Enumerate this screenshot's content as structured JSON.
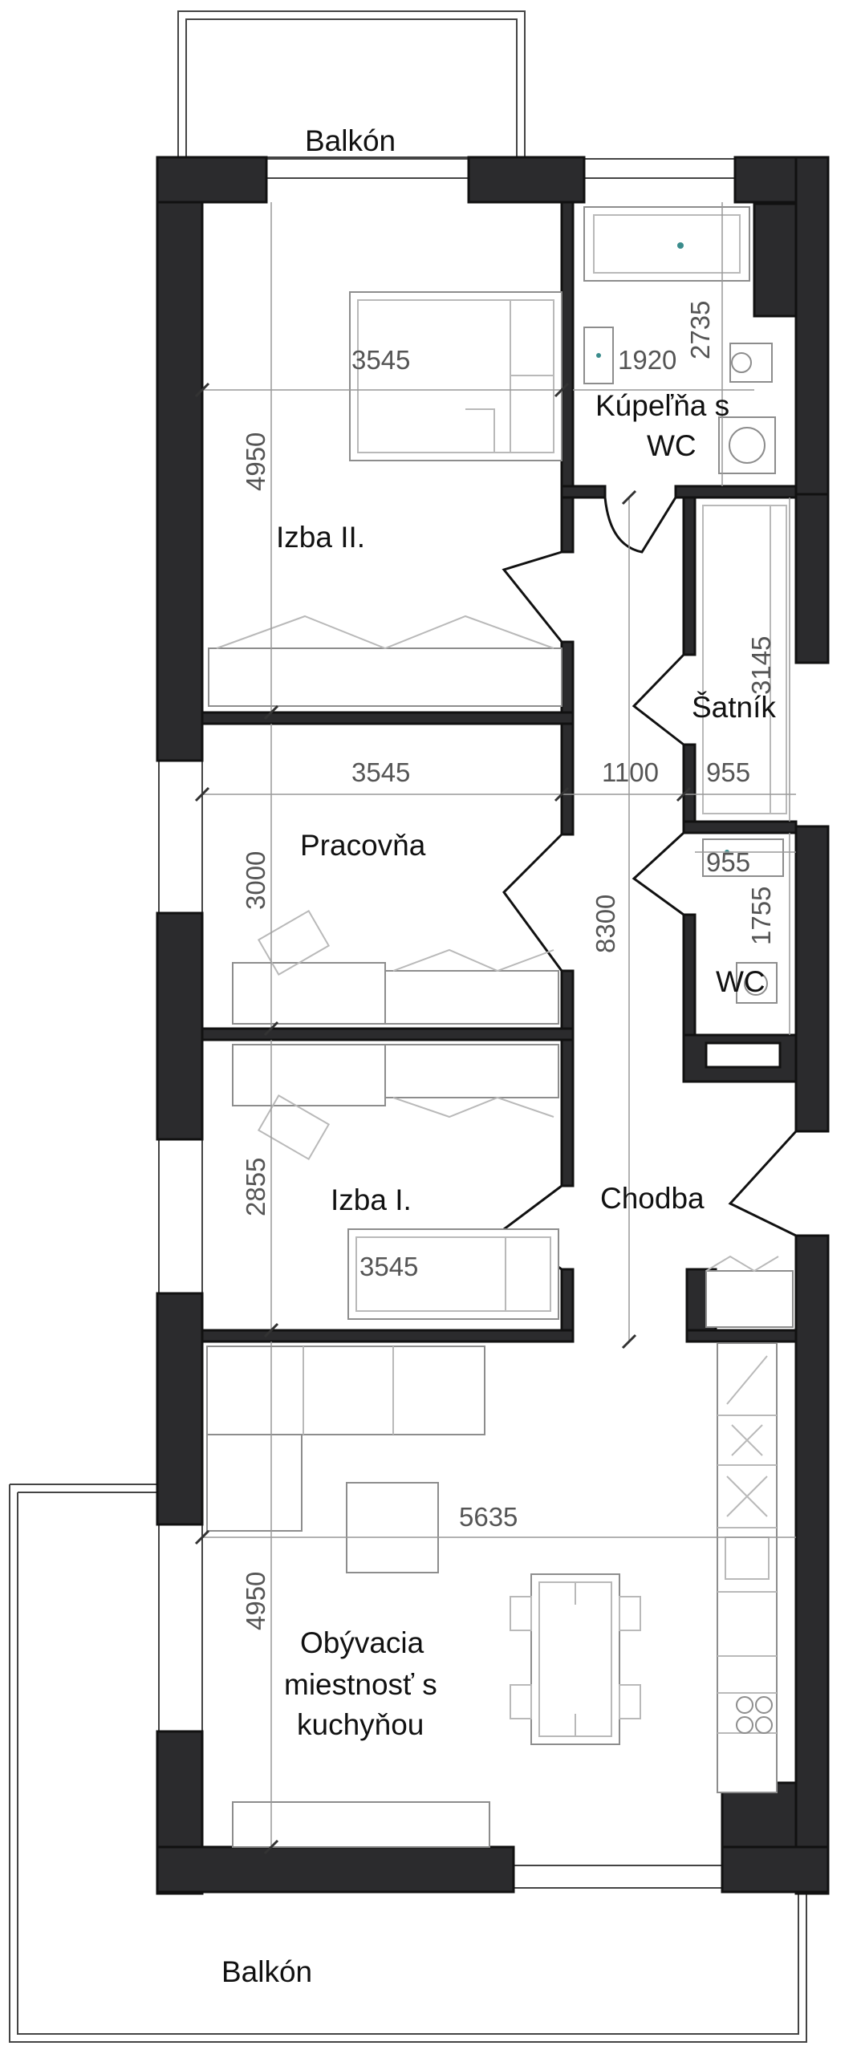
{
  "rooms": {
    "balcony_top": "Balkón",
    "bathroom_line1": "Kúpeľňa s",
    "bathroom_line2": "WC",
    "bedroom2": "Izba II.",
    "walkin": "Šatník",
    "study": "Pracovňa",
    "wc": "WC",
    "hall": "Chodba",
    "bedroom1": "Izba I.",
    "living_line1": "Obývacia",
    "living_line2": "miestnosť s",
    "living_line3": "kuchyňou",
    "balcony_bottom": "Balkón"
  },
  "dimensions": {
    "bedroom2_width": "3545",
    "bedroom2_depth": "4950",
    "bath_width": "1920",
    "bath_depth": "2735",
    "study_width": "3545",
    "study_depth": "3000",
    "hall_width": "1100",
    "walkin_width": "955",
    "walkin_depth": "3145",
    "wc_width": "955",
    "wc_depth": "1755",
    "hall_length": "8300",
    "bedroom1_width": "3545",
    "bedroom1_depth": "2855",
    "living_width": "5635",
    "living_depth": "4950"
  },
  "colors": {
    "wall": "#2b2b2d",
    "line": "#6a6a6a",
    "text": "#111111"
  }
}
